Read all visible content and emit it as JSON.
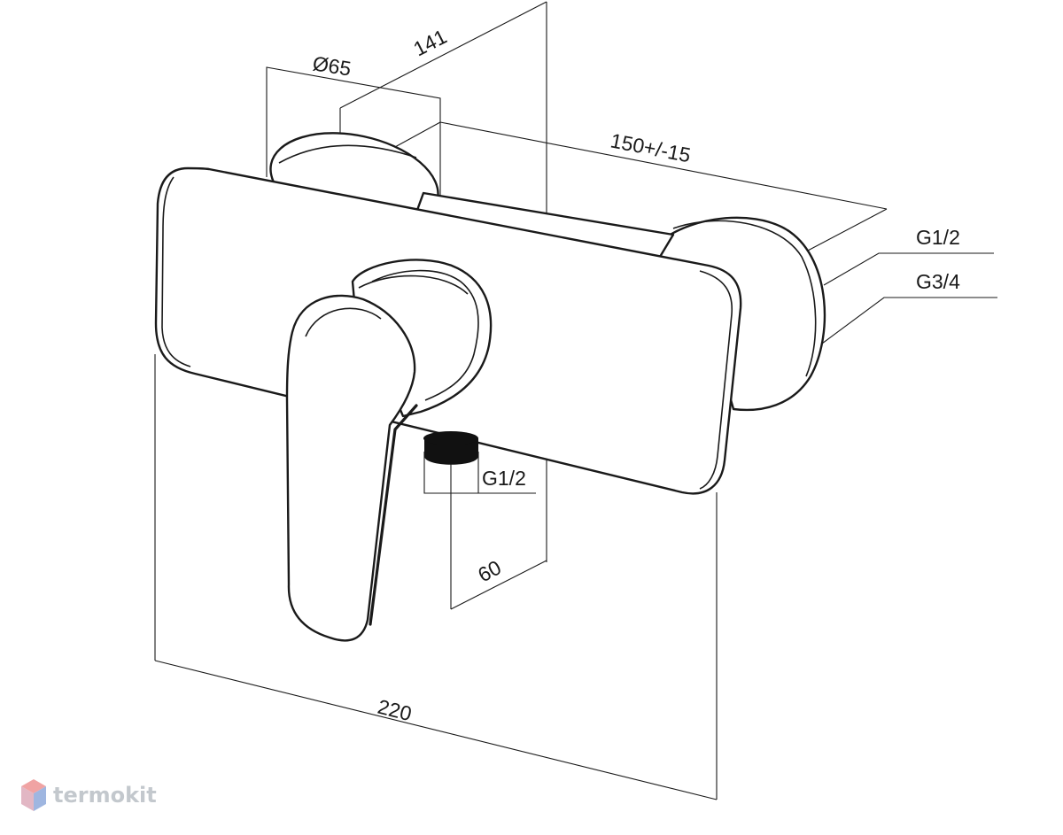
{
  "drawing": {
    "subject": "single-lever shower mixer, wall mounted",
    "dimensions": {
      "escutcheon_diameter": "Ø65",
      "depth": "141",
      "inlet_spacing": "150+/-15",
      "outlet_offset": "60",
      "body_width": "220"
    },
    "threads": {
      "outlet_bottom": "G1/2",
      "inlet_inner": "G1/2",
      "inlet_outer": "G3/4"
    }
  },
  "watermark": {
    "brand": "termokit",
    "colors": {
      "top": "#f0a3a3",
      "left": "#e2b7c4",
      "right": "#9fb6e0"
    }
  },
  "colors": {
    "line": "#1a1a1a",
    "background": "#ffffff"
  }
}
